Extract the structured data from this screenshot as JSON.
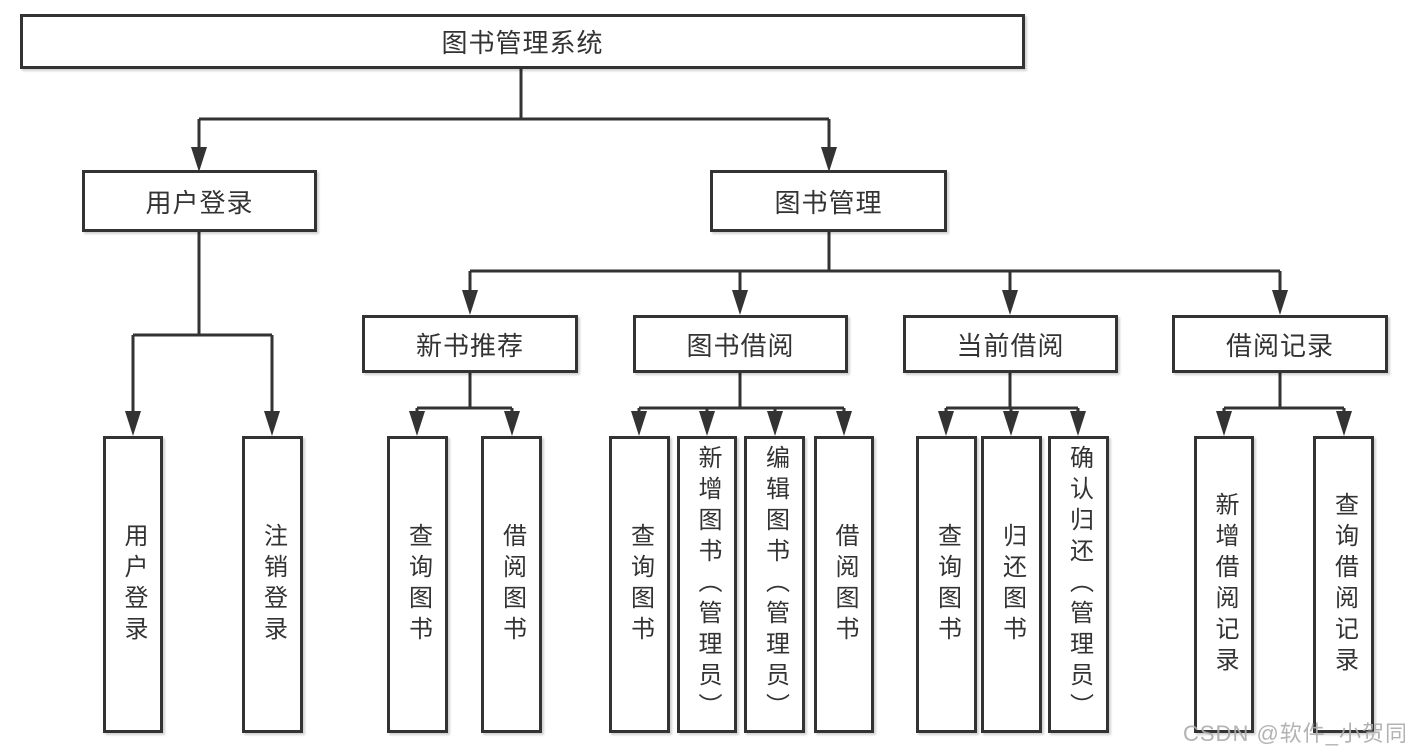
{
  "diagram": {
    "title": "图书管理系统",
    "colors": {
      "line": "#333333",
      "box_border": "#333333",
      "text": "#333333",
      "background": "#ffffff",
      "watermark": "#acacac"
    },
    "root": {
      "label": "图书管理系统"
    },
    "level2": [
      {
        "label": "用户登录"
      },
      {
        "label": "图书管理"
      }
    ],
    "level3": [
      {
        "label": "新书推荐"
      },
      {
        "label": "图书借阅"
      },
      {
        "label": "当前借阅"
      },
      {
        "label": "借阅记录"
      }
    ],
    "leaves": [
      {
        "label": "用户登录",
        "parent": "用户登录"
      },
      {
        "label": "注销登录",
        "parent": "用户登录"
      },
      {
        "label": "查询图书",
        "parent": "新书推荐"
      },
      {
        "label": "借阅图书",
        "parent": "新书推荐"
      },
      {
        "label": "查询图书",
        "parent": "图书借阅"
      },
      {
        "label": "新增图书（管理员）",
        "parent": "图书借阅"
      },
      {
        "label": "编辑图书（管理员）",
        "parent": "图书借阅"
      },
      {
        "label": "借阅图书",
        "parent": "图书借阅"
      },
      {
        "label": "查询图书",
        "parent": "当前借阅"
      },
      {
        "label": "归还图书",
        "parent": "当前借阅"
      },
      {
        "label": "确认归还（管理员）",
        "parent": "当前借阅"
      },
      {
        "label": "新增借阅记录",
        "parent": "借阅记录"
      },
      {
        "label": "查询借阅记录",
        "parent": "借阅记录"
      }
    ],
    "watermark": "CSDN @软件_小贺同学"
  }
}
